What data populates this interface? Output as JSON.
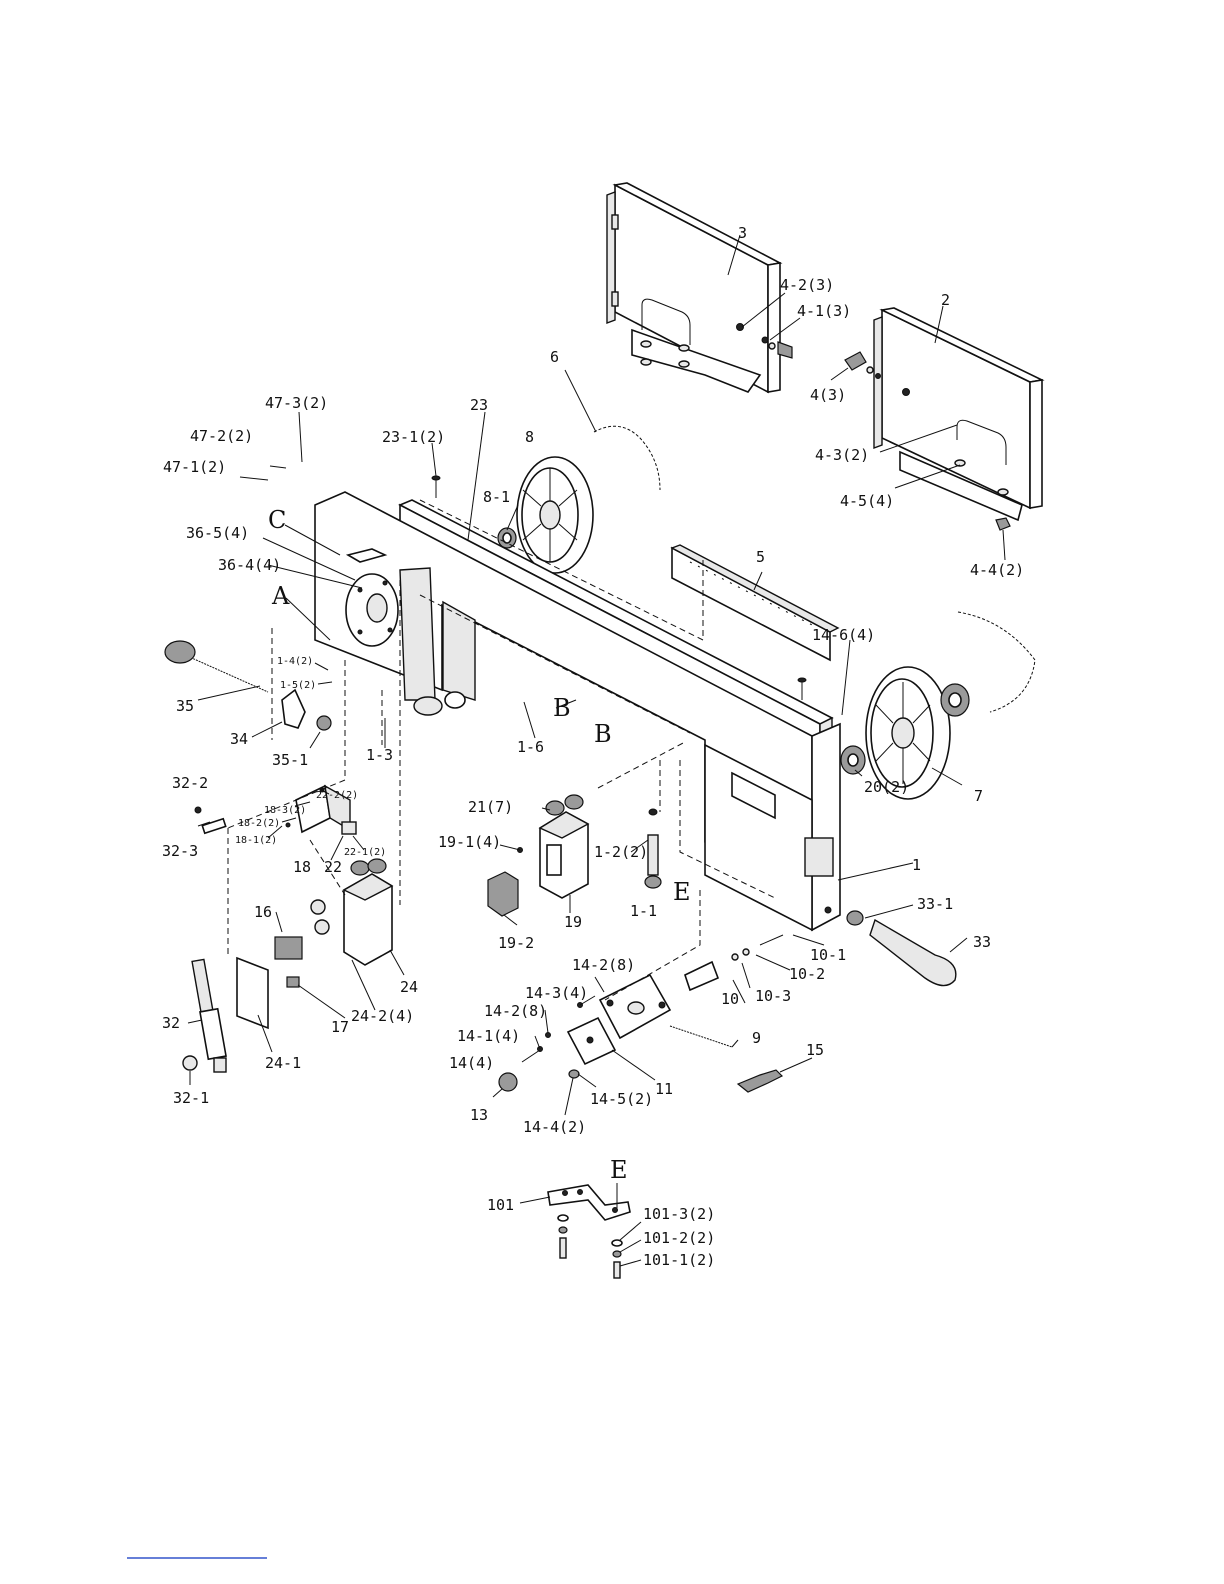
{
  "parts": [
    {
      "id": "p3",
      "text": "3"
    },
    {
      "id": "p4_2",
      "text": "4-2(3)"
    },
    {
      "id": "p4_1",
      "text": "4-1(3)"
    },
    {
      "id": "p2",
      "text": "2"
    },
    {
      "id": "p4",
      "text": "4(3)"
    },
    {
      "id": "p6",
      "text": "6"
    },
    {
      "id": "p4_3",
      "text": "4-3(2)"
    },
    {
      "id": "p4_5",
      "text": "4-5(4)"
    },
    {
      "id": "p4_4",
      "text": "4-4(2)"
    },
    {
      "id": "p47_3",
      "text": "47-3(2)"
    },
    {
      "id": "p47_2",
      "text": "47-2(2)"
    },
    {
      "id": "p47_1",
      "text": "47-1(2)"
    },
    {
      "id": "p23",
      "text": "23"
    },
    {
      "id": "p23_1",
      "text": "23-1(2)"
    },
    {
      "id": "p8",
      "text": "8"
    },
    {
      "id": "p8_1",
      "text": "8-1"
    },
    {
      "id": "pC",
      "text": "C"
    },
    {
      "id": "p36_5",
      "text": "36-5(4)"
    },
    {
      "id": "p36_4",
      "text": "36-4(4)"
    },
    {
      "id": "pA",
      "text": "A"
    },
    {
      "id": "p5",
      "text": "5"
    },
    {
      "id": "p14_6",
      "text": "14-6(4)"
    },
    {
      "id": "p1_4",
      "text": "1-4(2)"
    },
    {
      "id": "p1_5",
      "text": "1-5(2)"
    },
    {
      "id": "p35",
      "text": "35"
    },
    {
      "id": "p34",
      "text": "34"
    },
    {
      "id": "p35_1",
      "text": "35-1"
    },
    {
      "id": "p1_3",
      "text": "1-3"
    },
    {
      "id": "p1_6",
      "text": "1-6"
    },
    {
      "id": "pB1",
      "text": "B"
    },
    {
      "id": "pB2",
      "text": "B"
    },
    {
      "id": "p20",
      "text": "20(2)"
    },
    {
      "id": "p7",
      "text": "7"
    },
    {
      "id": "p32_2",
      "text": "32-2"
    },
    {
      "id": "p22_2",
      "text": "22-2(2)"
    },
    {
      "id": "p18_3",
      "text": "18-3(2)"
    },
    {
      "id": "p18_2",
      "text": "18-2(2)"
    },
    {
      "id": "p18_1",
      "text": "18-1(2)"
    },
    {
      "id": "p32_3",
      "text": "32-3"
    },
    {
      "id": "p22",
      "text": "22"
    },
    {
      "id": "p22_1",
      "text": "22-1(2)"
    },
    {
      "id": "p18",
      "text": "18"
    },
    {
      "id": "p21",
      "text": "21(7)"
    },
    {
      "id": "p19_1",
      "text": "19-1(4)"
    },
    {
      "id": "p1_2",
      "text": "1-2(2)"
    },
    {
      "id": "p1_1",
      "text": "1-1"
    },
    {
      "id": "pE1",
      "text": "E"
    },
    {
      "id": "p1",
      "text": "1"
    },
    {
      "id": "p33_1",
      "text": "33-1"
    },
    {
      "id": "p19_2",
      "text": "19-2"
    },
    {
      "id": "p19",
      "text": "19"
    },
    {
      "id": "p16",
      "text": "16"
    },
    {
      "id": "p24",
      "text": "24"
    },
    {
      "id": "p10_1",
      "text": "10-1"
    },
    {
      "id": "p33",
      "text": "33"
    },
    {
      "id": "p10_2",
      "text": "10-2"
    },
    {
      "id": "p10",
      "text": "10"
    },
    {
      "id": "p10_3",
      "text": "10-3"
    },
    {
      "id": "p14_2a",
      "text": "14-2(8)"
    },
    {
      "id": "p24_2",
      "text": "24-2(4)"
    },
    {
      "id": "p17",
      "text": "17"
    },
    {
      "id": "p14_3",
      "text": "14-3(4)"
    },
    {
      "id": "p14_2b",
      "text": "14-2(8)"
    },
    {
      "id": "p32",
      "text": "32"
    },
    {
      "id": "p24_1",
      "text": "24-1"
    },
    {
      "id": "p14_1",
      "text": "14-1(4)"
    },
    {
      "id": "p9",
      "text": "9"
    },
    {
      "id": "p15",
      "text": "15"
    },
    {
      "id": "p14",
      "text": "14(4)"
    },
    {
      "id": "p14_5",
      "text": "14-5(2)"
    },
    {
      "id": "p11",
      "text": "11"
    },
    {
      "id": "p32_1",
      "text": "32-1"
    },
    {
      "id": "p13",
      "text": "13"
    },
    {
      "id": "p14_4",
      "text": "14-4(2)"
    },
    {
      "id": "pE2",
      "text": "E"
    },
    {
      "id": "p101",
      "text": "101"
    },
    {
      "id": "p101_3",
      "text": "101-3(2)"
    },
    {
      "id": "p101_2",
      "text": "101-2(2)"
    },
    {
      "id": "p101_1",
      "text": "101-1(2)"
    }
  ]
}
